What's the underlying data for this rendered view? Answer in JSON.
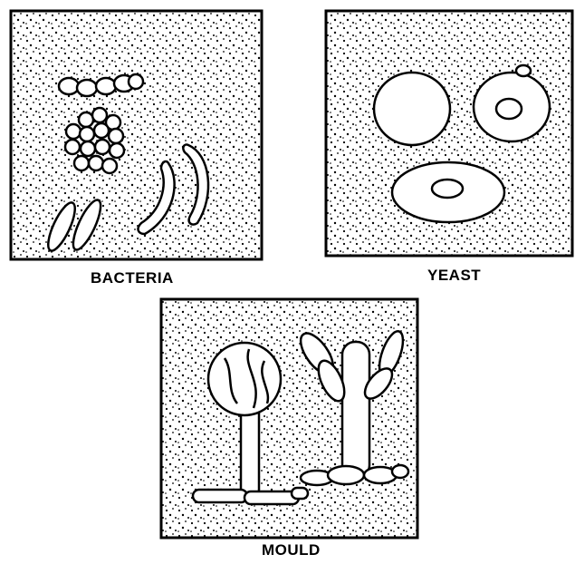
{
  "panels": {
    "bacteria": {
      "label": "BACTERIA"
    },
    "yeast": {
      "label": "YEAST"
    },
    "mould": {
      "label": "MOULD"
    }
  },
  "colors": {
    "ink": "#000000",
    "paper": "#ffffff"
  }
}
